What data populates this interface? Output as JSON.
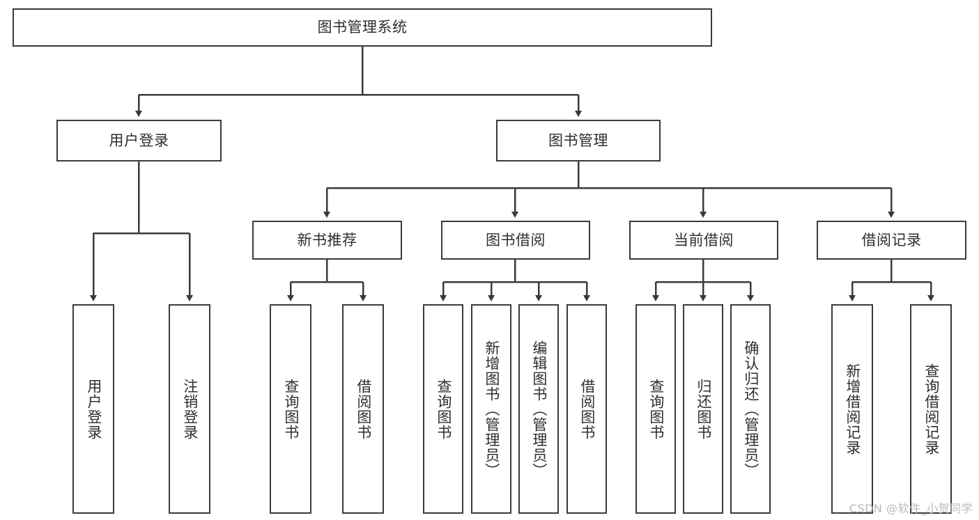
{
  "diagram": {
    "type": "tree-hierarchy-chart",
    "title": "图书管理系统",
    "watermark": "CSDN @软件_小贺同学",
    "colors": {
      "stroke": "#3a3a3a",
      "box_fill": "#ffffff",
      "text": "#2e2e2e",
      "watermark": "#b9b9b9",
      "background": "#ffffff"
    },
    "root": {
      "label": "图书管理系统"
    },
    "level2": [
      {
        "id": "user-login",
        "label": "用户登录"
      },
      {
        "id": "book-manage",
        "label": "图书管理"
      }
    ],
    "level3": [
      {
        "id": "new-book-recommend",
        "label": "新书推荐"
      },
      {
        "id": "book-borrow",
        "label": "图书借阅"
      },
      {
        "id": "current-borrow",
        "label": "当前借阅"
      },
      {
        "id": "borrow-record",
        "label": "借阅记录"
      }
    ],
    "leaves": {
      "user_login": [
        {
          "id": "leaf-user-login",
          "label": "用户登录"
        },
        {
          "id": "leaf-logout-login",
          "label": "注销登录"
        }
      ],
      "new_book_recommend": [
        {
          "id": "leaf-query-book-1",
          "label": "查询图书"
        },
        {
          "id": "leaf-borrow-book-1",
          "label": "借阅图书"
        }
      ],
      "book_borrow": [
        {
          "id": "leaf-query-book-2",
          "label": "查询图书"
        },
        {
          "id": "leaf-add-book",
          "label": "新增图书（管理员）"
        },
        {
          "id": "leaf-edit-book",
          "label": "编辑图书（管理员）"
        },
        {
          "id": "leaf-borrow-book-2",
          "label": "借阅图书"
        }
      ],
      "current_borrow": [
        {
          "id": "leaf-query-book-3",
          "label": "查询图书"
        },
        {
          "id": "leaf-return-book",
          "label": "归还图书"
        },
        {
          "id": "leaf-confirm-return",
          "label": "确认归还（管理员）"
        }
      ],
      "borrow_record": [
        {
          "id": "leaf-add-record",
          "label": "新增借阅记录"
        },
        {
          "id": "leaf-query-record",
          "label": "查询借阅记录"
        }
      ]
    }
  }
}
